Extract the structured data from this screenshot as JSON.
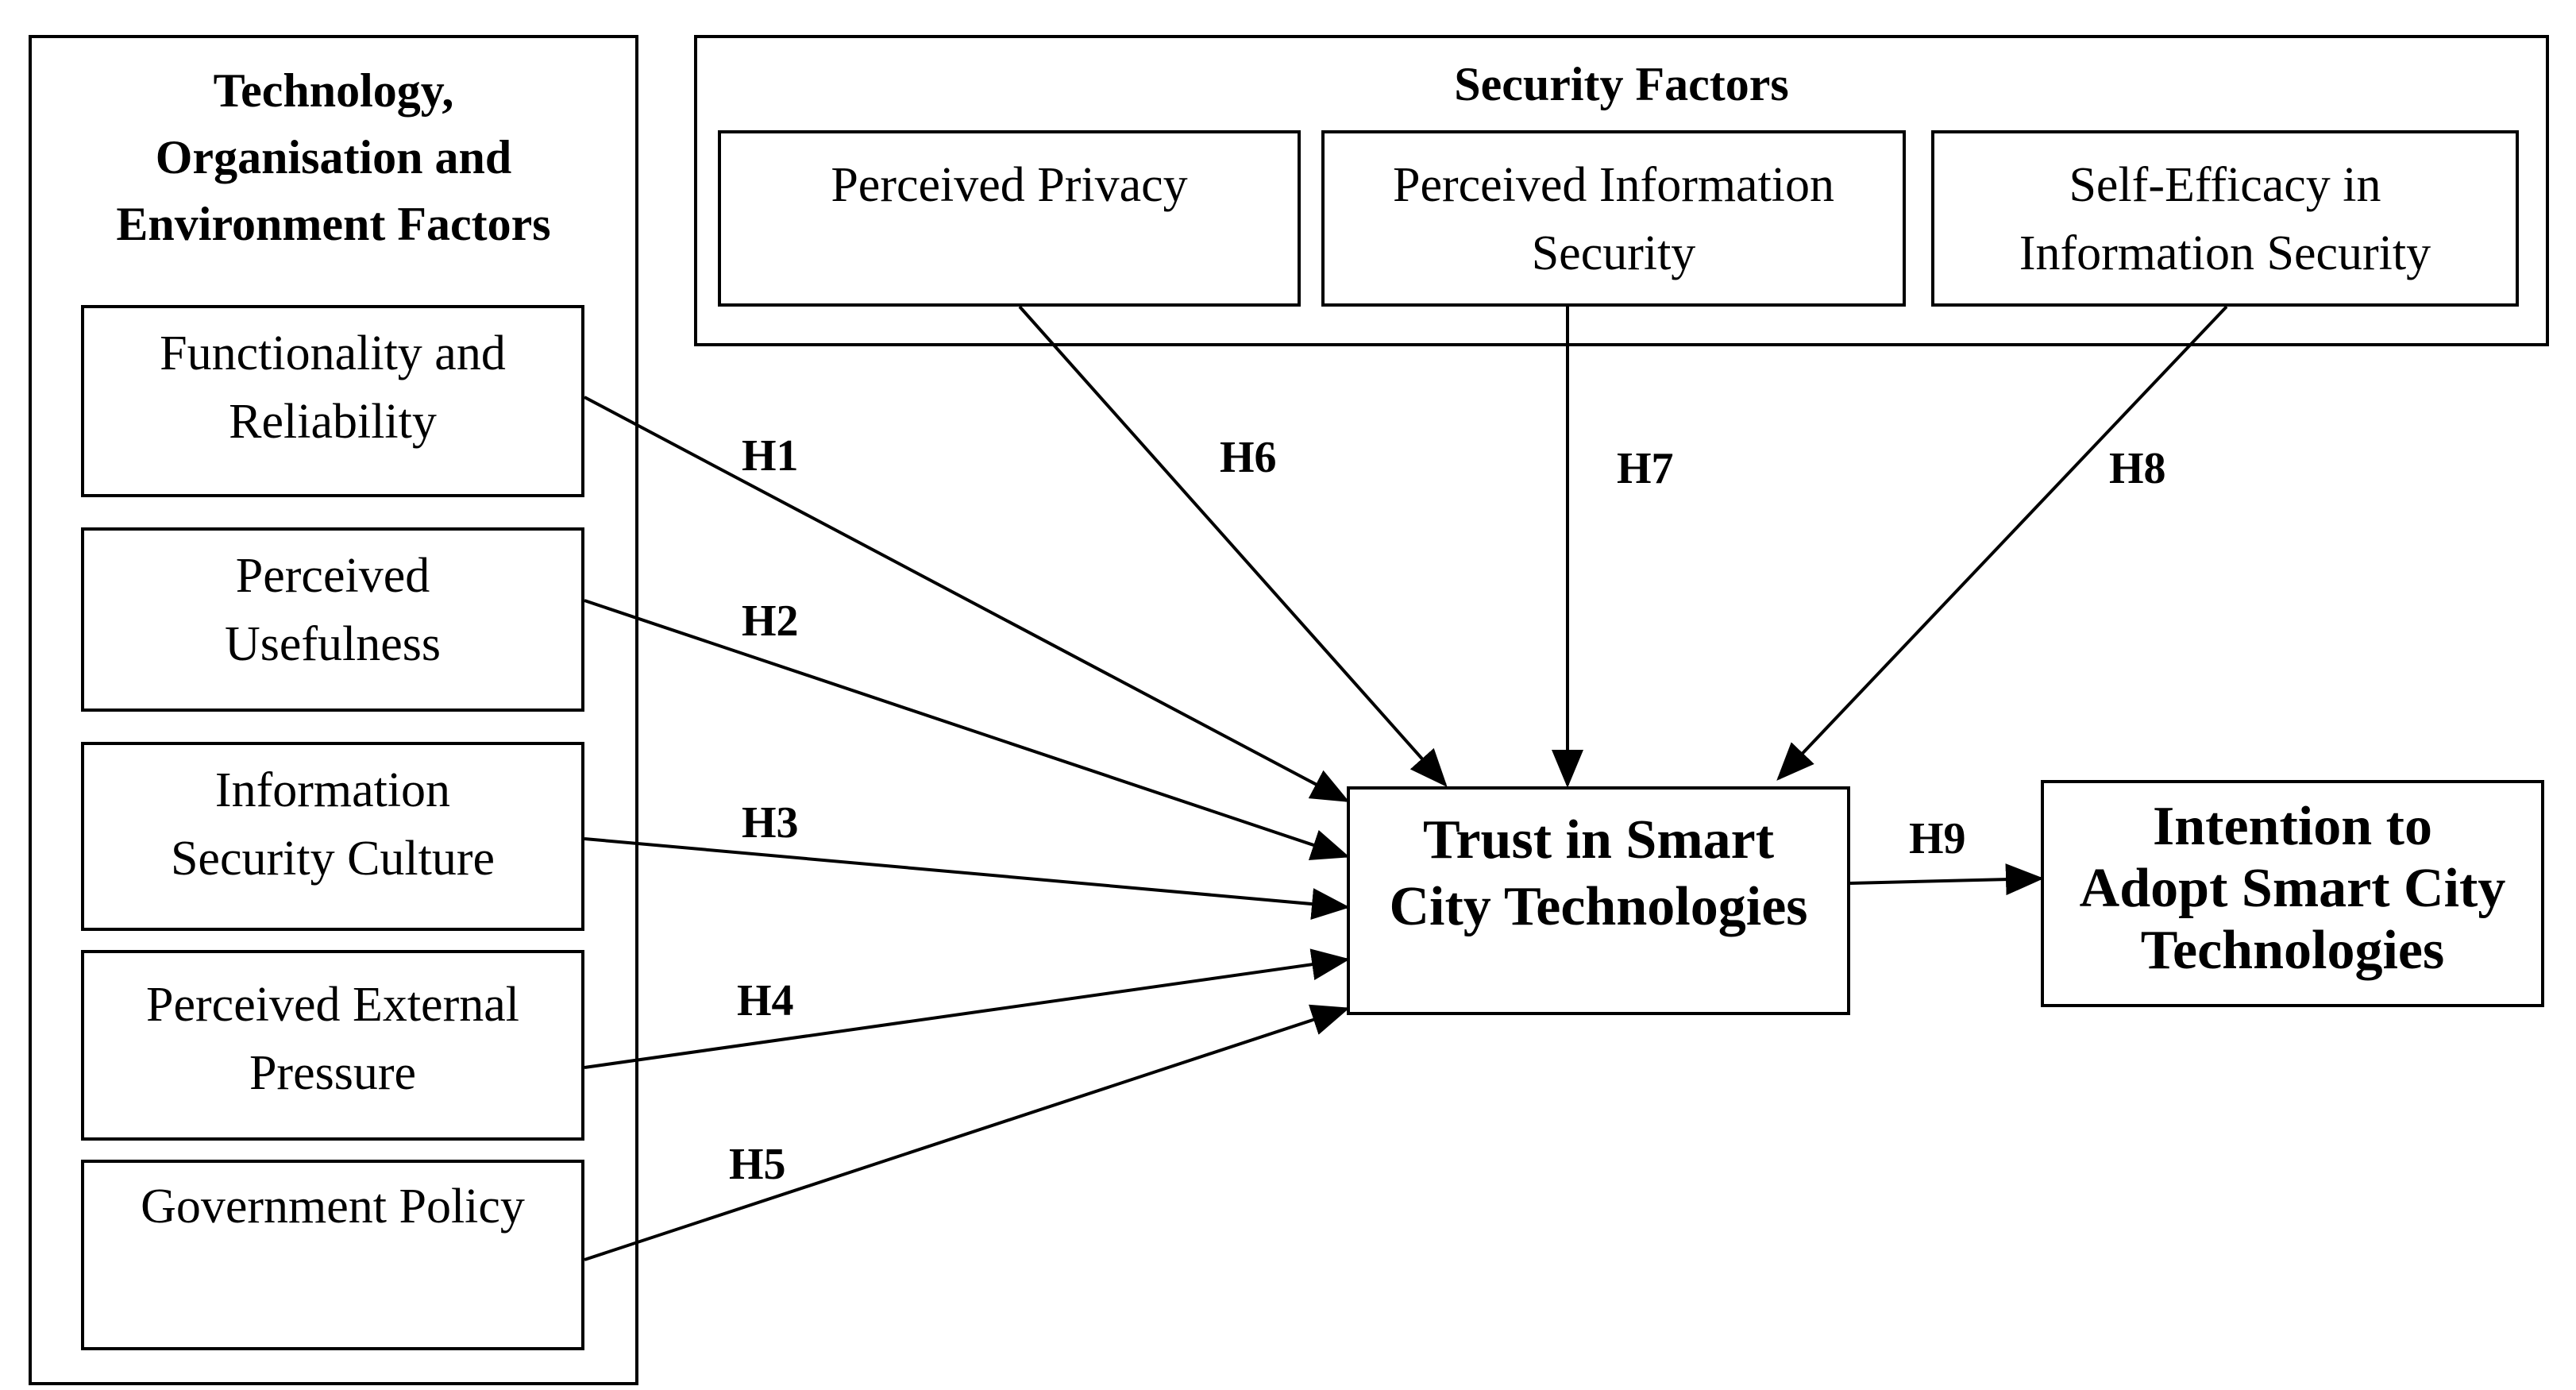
{
  "toe_group": {
    "title": "Technology,\nOrganisation and\nEnvironment Factors",
    "items": [
      {
        "label": "Functionality and\nReliability"
      },
      {
        "label": "Perceived\nUsefulness"
      },
      {
        "label": "Information\nSecurity Culture"
      },
      {
        "label": "Perceived External\nPressure"
      },
      {
        "label": "Government Policy"
      }
    ]
  },
  "security_group": {
    "title": "Security Factors",
    "items": [
      {
        "label": "Perceived Privacy"
      },
      {
        "label": "Perceived Information\nSecurity"
      },
      {
        "label": "Self-Efficacy in\nInformation Security"
      }
    ]
  },
  "trust": {
    "label": "Trust in Smart\nCity Technologies"
  },
  "intention": {
    "label": "Intention to\nAdopt Smart City\nTechnologies"
  },
  "hypotheses": {
    "h1": "H1",
    "h2": "H2",
    "h3": "H3",
    "h4": "H4",
    "h5": "H5",
    "h6": "H6",
    "h7": "H7",
    "h8": "H8",
    "h9": "H9"
  }
}
